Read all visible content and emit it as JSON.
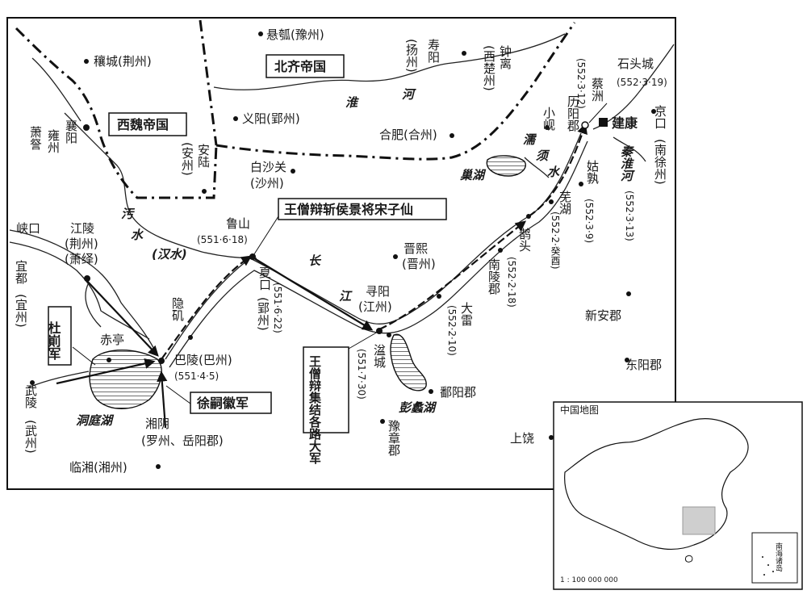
{
  "map": {
    "kingdoms": {
      "northern_qi": "北齐帝国",
      "western_wei": "西魏帝国"
    },
    "callouts": {
      "wang_kills": "王僧辩斩侯景将宋子仙",
      "du_kan_army": "杜崱军",
      "xu_sihui_army": "徐嗣徽军",
      "wang_gathers": "王僧辩集结各路大军"
    },
    "places": {
      "xuanhu": "悬瓠(豫州)",
      "rangcheng": "穰城(荆州)",
      "yiyang": "义阳(郢州)",
      "baisha": "白沙关",
      "baisha_sub": "(沙州)",
      "hefei": "合肥(合州)",
      "jinxi": "晋熙",
      "jinxi_sub": "(晋州)",
      "xunyang": "寻阳",
      "xunyang_sub": "(江州)",
      "jiangling": "江陵",
      "jiangling_sub1": "(荆州)",
      "jiangling_sub2": "(萧绎)",
      "xiakou": "峡口",
      "lushan": "鲁山",
      "lushan_date": "(551·6·18)",
      "baling": "巴陵(巴州)",
      "baling_date": "(551·4·5)",
      "xiangyin": "湘阴",
      "xiangyin_sub": "(罗州、岳阳郡)",
      "linxiang": "临湘(湘州)",
      "chiting": "赤亭",
      "shangrao": "上饶",
      "xinan": "新安郡",
      "dongyang": "东阳郡",
      "poyang": "鄱阳郡",
      "shitou": "石头城",
      "shitou_date": "(552·3·19)",
      "jiankang": "建康",
      "shouyang": "寿阳",
      "yangzhou_v": "(扬州)",
      "zhongli": "钟离",
      "xichu_v": "(西楚州)",
      "xiangyang": "襄阳",
      "yongzhou_v": "雍州",
      "xiaocha_v": "萧詧",
      "anlu": "安陆",
      "anzhou_v": "(安州)",
      "xiakou_v": "夏口",
      "yingzhou_v": "(郢州)",
      "yiji": "隐矶",
      "yidu": "宜都",
      "yizhou_v": "(宜州)",
      "wuling": "武陵",
      "wuzhou_v": "(武州)",
      "nanling": "南陵郡",
      "daliu": "大雷",
      "pencheng": "湓城",
      "yuzhang": "豫章郡",
      "queto": "鹊头",
      "wuhu": "芜湖",
      "gushu": "姑孰",
      "liyang": "历阳郡",
      "xiaoxian": "小岘",
      "caizhou": "蔡洲",
      "jingkou": "京口",
      "nanxu_v": "(南徐州)",
      "qinhuai": "秦淮河"
    },
    "dates": {
      "d_xiakou": "(551·6·22)",
      "d_pencheng": "(551·7·30)",
      "d_daliu": "(552·2·10)",
      "d_queto": "(552·2·18)",
      "d_wuhu": "(552·2·癸酉)",
      "d_gushu": "(552·3·9)",
      "d_qinhuai": "(552·3·13)",
      "d_caizhou": "(552·3·12)"
    },
    "rivers": {
      "huai_1": "淮",
      "huai_2": "河",
      "han_1": "汚",
      "han_2": "水",
      "han_paren": "(汉水)",
      "chang_1": "长",
      "chang_2": "江",
      "ruxu_1": "濡",
      "ruxu_2": "须",
      "ruxu_3": "水"
    },
    "lakes": {
      "dongting": "洞庭湖",
      "pengli": "彭蠡湖",
      "chaohu": "巢湖"
    }
  },
  "inset": {
    "title": "中国地图",
    "scale": "1 : 100 000 000",
    "south_sea": "南海诸岛"
  }
}
